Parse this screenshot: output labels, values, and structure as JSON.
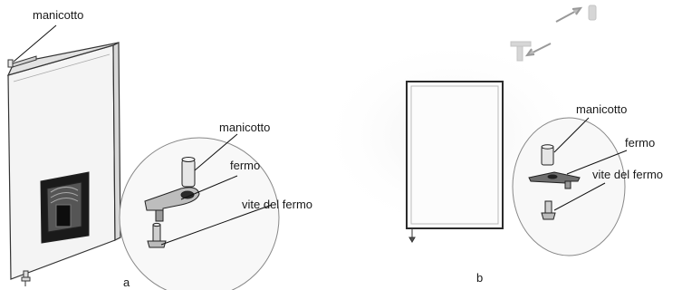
{
  "figure_a": {
    "caption": "a",
    "labels": {
      "sleeve_top": "manicotto",
      "sleeve_detail": "manicotto",
      "stop": "fermo",
      "stop_screw": "vite del fermo"
    }
  },
  "figure_b": {
    "caption": "b",
    "labels": {
      "sleeve_detail": "manicotto",
      "stop": "fermo",
      "stop_screw": "vite del fermo"
    }
  }
}
